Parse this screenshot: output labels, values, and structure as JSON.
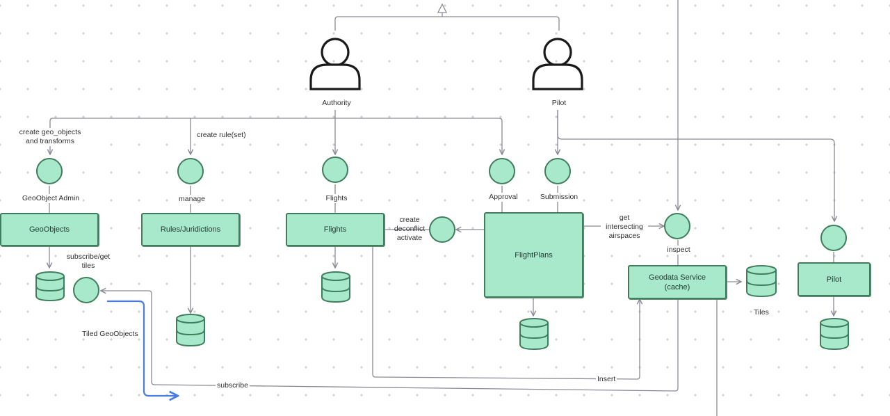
{
  "actors": {
    "authority": "Authority",
    "pilot": "Pilot"
  },
  "boxes": {
    "geoobjects": "GeoObjects",
    "rules": "Rules/Juridictions",
    "flights": "Flights",
    "flightplans": "FlightPlans",
    "geodata": "Geodata Service\n(cache)",
    "pilot": "Pilot"
  },
  "labels": {
    "create_geo": "create geo_objects\nand transforms",
    "create_rule": "create rule(set)",
    "geoobject_admin": "GeoObject Admin",
    "manage": "manage",
    "flights_iface": "Flights",
    "approval": "Approval",
    "submission": "Submission",
    "create_deconflict": "create\ndeconflict\nactivate",
    "get_intersecting": "get\nintersecting\nairspaces",
    "inspect": "inspect",
    "subscribe_get": "subscribe/get\ntiles",
    "tiled_geoobjects": "Tiled GeoObjects",
    "tiles": "Tiles",
    "insert": "Insert",
    "subscribe": "subscribe"
  },
  "colors": {
    "node_fill": "#a8e8cb",
    "node_stroke": "#3f7d5c",
    "line": "#8a8a95",
    "highlight": "#4a7de0",
    "actor": "#1a1a1a"
  },
  "icons": {
    "actor": "person-icon",
    "interface": "interface-circle-icon",
    "store": "database-icon"
  }
}
